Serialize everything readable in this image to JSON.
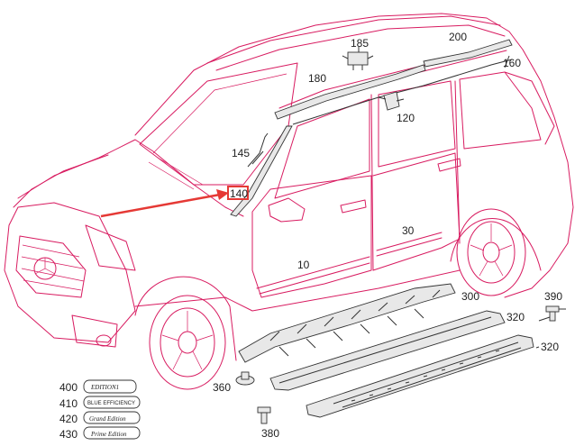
{
  "colors": {
    "car_outline": "#d81b60",
    "part_outline": "#333333",
    "highlight": "#e53935",
    "text": "#222222"
  },
  "callouts": {
    "c10": "10",
    "c30": "30",
    "c120": "120",
    "c140": "140",
    "c145": "145",
    "c160": "160",
    "c180": "180",
    "c185": "185",
    "c200": "200",
    "c300": "300",
    "c320a": "320",
    "c320b": "320",
    "c360": "360",
    "c380": "380",
    "c390": "390"
  },
  "badges": [
    {
      "number": "400",
      "text": "EDITION1"
    },
    {
      "number": "410",
      "text": "BLUE EFFICIENCY"
    },
    {
      "number": "420",
      "text": "Grand Edition"
    },
    {
      "number": "430",
      "text": "Prime Edition"
    }
  ],
  "highlighted_part": "140"
}
